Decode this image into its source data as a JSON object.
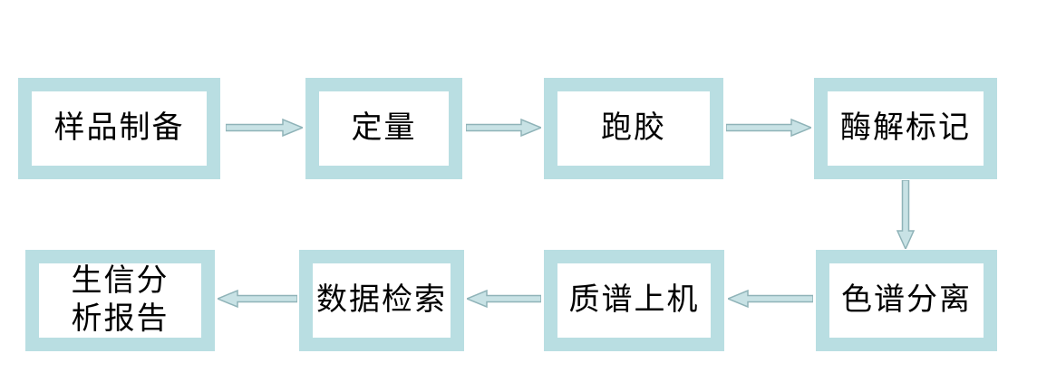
{
  "flowchart": {
    "type": "workflow-diagram",
    "steps": [
      {
        "id": "sample-preparation",
        "label": "样品制备"
      },
      {
        "id": "quantification",
        "label": "定量"
      },
      {
        "id": "gel-electrophoresis",
        "label": "跑胶"
      },
      {
        "id": "enzyme-digestion-labeling",
        "label": "酶解标记"
      },
      {
        "id": "chromatographic-separation",
        "label": "色谱分离"
      },
      {
        "id": "mass-spec-run",
        "label": "质谱上机"
      },
      {
        "id": "database-search",
        "label": "数据检索"
      },
      {
        "id": "bioinformatics-report",
        "label": "生信分\n析报告"
      }
    ],
    "connectors": [
      {
        "from": "样品制备",
        "to": "定量",
        "direction": "right"
      },
      {
        "from": "定量",
        "to": "跑胶",
        "direction": "right"
      },
      {
        "from": "跑胶",
        "to": "酶解标记",
        "direction": "right"
      },
      {
        "from": "酶解标记",
        "to": "色谱分离",
        "direction": "down"
      },
      {
        "from": "色谱分离",
        "to": "质谱上机",
        "direction": "left"
      },
      {
        "from": "质谱上机",
        "to": "数据检索",
        "direction": "left"
      },
      {
        "from": "数据检索",
        "to": "生信分析报告",
        "direction": "left"
      }
    ],
    "palette": {
      "frame": "#b9dee2",
      "arrow_fill": "#c8e2e5",
      "arrow_stroke": "#8fb3b8",
      "text": "#000000",
      "background": "#ffffff"
    }
  }
}
